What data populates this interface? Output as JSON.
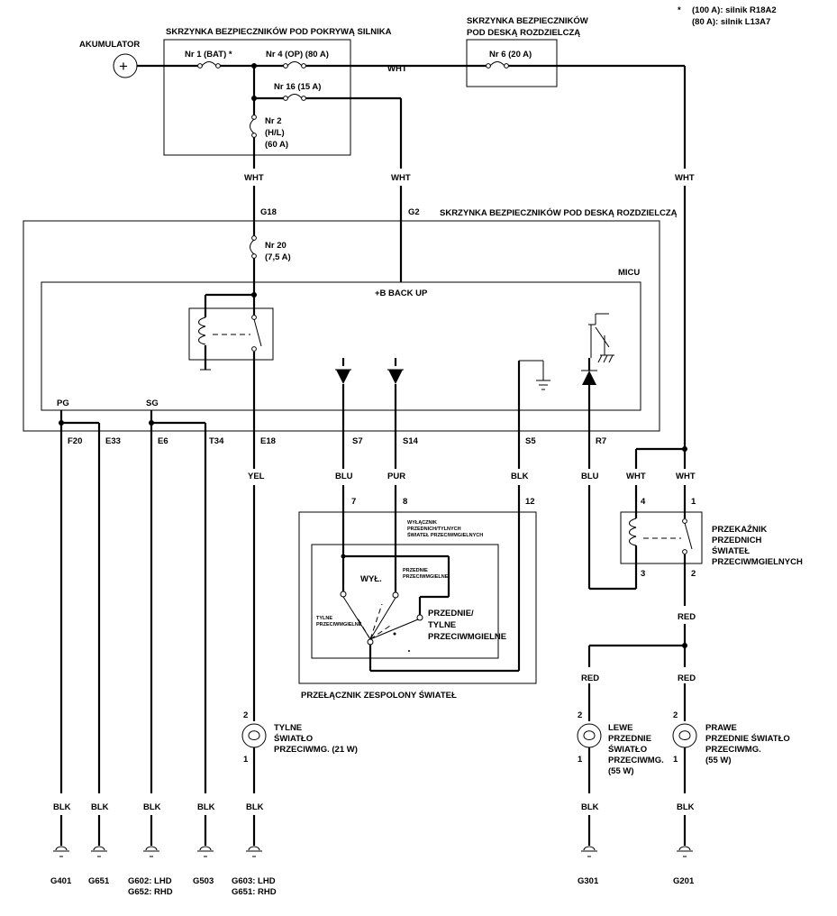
{
  "notes": {
    "star": "*",
    "line1": "(100 A): silnik R18A2",
    "line2": "(80 A): silnik L13A7"
  },
  "battery": {
    "label": "AKUMULATOR",
    "symbol": "+"
  },
  "engine_fuse_box": {
    "title": "SKRZYNKA BEZPIECZNIKÓW POD POKRYWĄ SILNIKA",
    "fuse1": "Nr 1 (BAT) *",
    "fuse4": "Nr 4 (OP) (80 A)",
    "fuse16": "Nr 16 (15 A)",
    "fuse2_a": "Nr 2",
    "fuse2_b": "(H/L)",
    "fuse2_c": "(60 A)"
  },
  "dash_fuse_box_top": {
    "title_a": "SKRZYNKA BEZPIECZNIKÓW",
    "title_b": "POD DESKĄ ROZDZIELCZĄ",
    "fuse6": "Nr 6 (20 A)"
  },
  "wire_colors": {
    "wht": "WHT",
    "yel": "YEL",
    "blu": "BLU",
    "pur": "PUR",
    "blk": "BLK",
    "red": "RED"
  },
  "dash_fuse_box": {
    "title": "SKRZYNKA BEZPIECZNIKÓW POD DESKĄ ROZDZIELCZĄ",
    "conn_g18": "G18",
    "conn_g2": "G2",
    "fuse20_a": "Nr 20",
    "fuse20_b": "(7,5 A)",
    "micu": "MICU",
    "backup": "+B BACK UP",
    "pg": "PG",
    "sg": "SG"
  },
  "pins": {
    "f20": "F20",
    "e33": "E33",
    "e6": "E6",
    "t34": "T34",
    "e18": "E18",
    "s7": "S7",
    "s14": "S14",
    "s5": "S5",
    "r7": "R7"
  },
  "switch": {
    "title": "PRZEŁĄCZNIK ZESPOLONY ŚWIATEŁ",
    "sub_a": "WYŁĄCZNIK",
    "sub_b": "PRZEDNICH/TYLNYCH",
    "sub_c": "ŚWIATEŁ PRZECIWMGIELNYCH",
    "pin7": "7",
    "pin8": "8",
    "pin12": "12",
    "off": "WYŁ.",
    "front_a": "PRZEDNIE",
    "front_b": "PRZECIWMGIELNE",
    "rear_a": "TYLNE",
    "rear_b": "PRZECIWMGIELNE",
    "both_a": "PRZEDNIE/",
    "both_b": "TYLNE",
    "both_c": "PRZECIWMGIELNE"
  },
  "relay": {
    "label_a": "PRZEKAŹNIK",
    "label_b": "PRZEDNICH",
    "label_c": "ŚWIATEŁ",
    "label_d": "PRZECIWMGIELNYCH",
    "pin4": "4",
    "pin1": "1",
    "pin3": "3",
    "pin2": "2"
  },
  "lamps": {
    "rear_a": "TYLNE",
    "rear_b": "ŚWIATŁO",
    "rear_c": "PRZECIWMG. (21 W)",
    "left_a": "LEWE",
    "left_b": "PRZEDNIE",
    "left_c": "ŚWIATŁO",
    "left_d": "PRZECIWMG.",
    "left_e": "(55 W)",
    "right_a": "PRAWE",
    "right_b": "PRZEDNIE ŚWIATŁO",
    "right_c": "PRZECIWMG.",
    "right_d": "(55 W)",
    "pin2": "2",
    "pin1": "1"
  },
  "grounds": {
    "g401": "G401",
    "g651": "G651",
    "g602_a": "G602: LHD",
    "g602_b": "G652: RHD",
    "g503": "G503",
    "g603_a": "G603: LHD",
    "g603_b": "G651: RHD",
    "g301": "G301",
    "g201": "G201"
  }
}
